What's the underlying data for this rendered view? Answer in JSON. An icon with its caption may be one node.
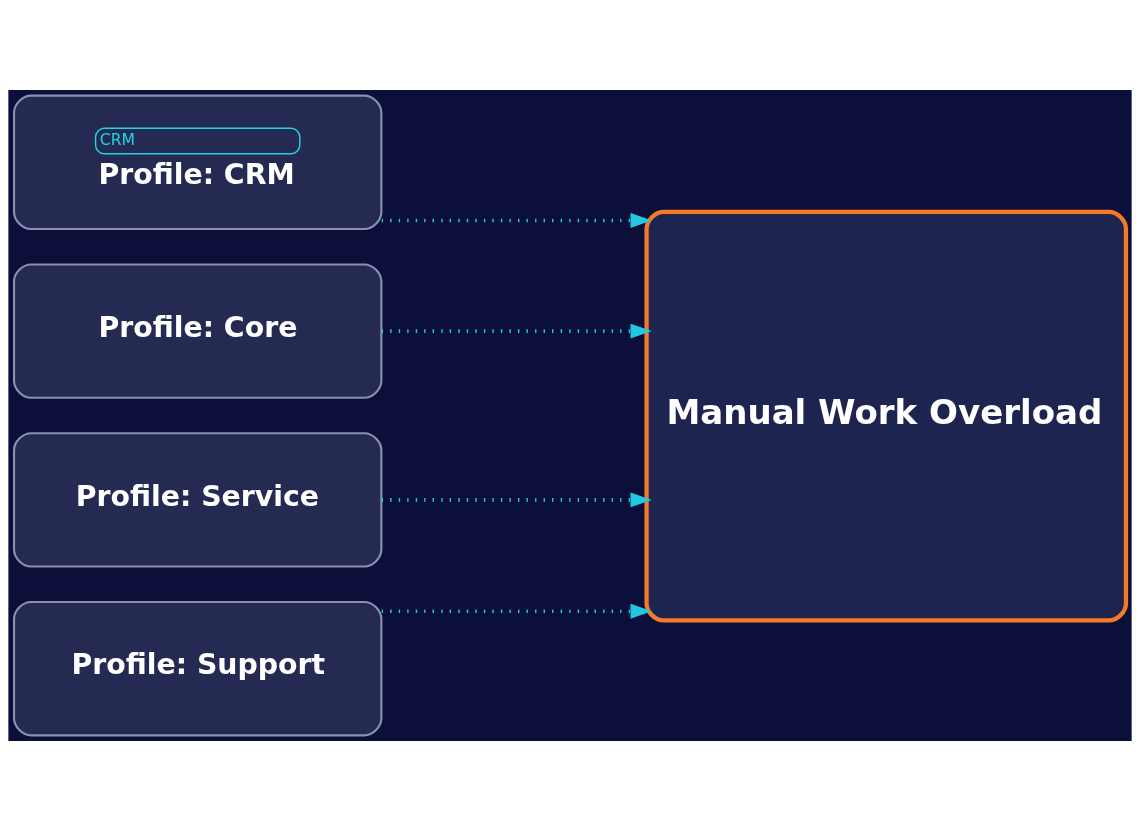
{
  "diagram": {
    "nodes": [
      {
        "text": [
          "CRM",
          "Profile: CRM"
        ]
      },
      {
        "text": [
          "Profile: Core"
        ]
      },
      {
        "text": [
          "Profile: Service"
        ]
      },
      {
        "text": [
          "Profile: Support"
        ]
      },
      {
        "text": [
          "Manual Work Overload"
        ]
      }
    ],
    "edges": [
      {
        "from": 0,
        "to": 4,
        "arrow": "to"
      },
      {
        "from": 1,
        "to": 4,
        "arrow": "to"
      },
      {
        "from": 2,
        "to": 4,
        "arrow": "to"
      },
      {
        "from": 3,
        "to": 4,
        "arrow": "to"
      }
    ]
  }
}
